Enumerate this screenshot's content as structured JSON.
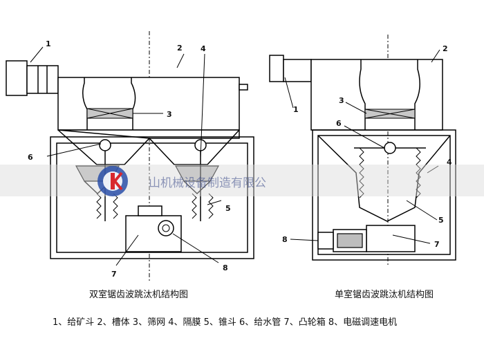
{
  "left_caption": "双室锯齿波跳汰机结构图",
  "right_caption": "单室锯齿波跳汰机结构图",
  "legend": "1、给矿斗  2、槽体  3、筛网  4、隔膜  5、锥斗  6、给水管  7、凸轮箱  8、电磁调速电机",
  "watermark_text": "山机械设备制造有限公",
  "left_labels": [
    "1",
    "2",
    "3",
    "4",
    "5",
    "6",
    "7",
    "8"
  ],
  "right_labels": [
    "1",
    "2",
    "3",
    "4",
    "5",
    "6",
    "7",
    "8"
  ],
  "colors": {
    "line": "#000000",
    "watermark_band": "#dcdcdc",
    "logo_blue": "#2a4fa8",
    "logo_red": "#d8282e"
  }
}
